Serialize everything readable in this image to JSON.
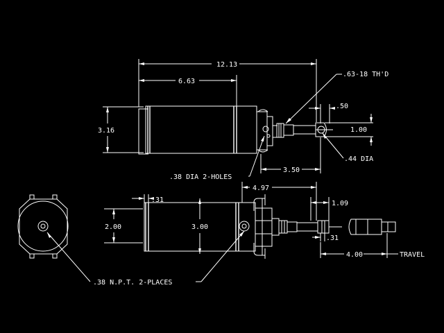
{
  "drawing": {
    "background": "#000000",
    "line_color": "#ffffff",
    "top_view": {
      "dims": {
        "overall_length": "12.13",
        "body_length": "6.63",
        "body_diameter": "3.16",
        "rod_end_offset": ".50",
        "clevis_height": "1.00",
        "pin_to_mount": "3.50"
      },
      "notes": {
        "thread": ".63-18  TH'D",
        "pin_hole": ".44  DIA",
        "mount_holes": ".38  DIA   2-HOLES"
      }
    },
    "bottom_view": {
      "dims": {
        "port_offset": ".31",
        "body_height": "2.00",
        "body_diameter": "3.00",
        "bracket_to_pin": "4.97",
        "rod_extension": "1.09",
        "rod_step": ".31",
        "travel_length": "4.00"
      },
      "notes": {
        "travel": "TRAVEL",
        "ports": ".38  N.P.T.  2-PLACES"
      }
    }
  }
}
